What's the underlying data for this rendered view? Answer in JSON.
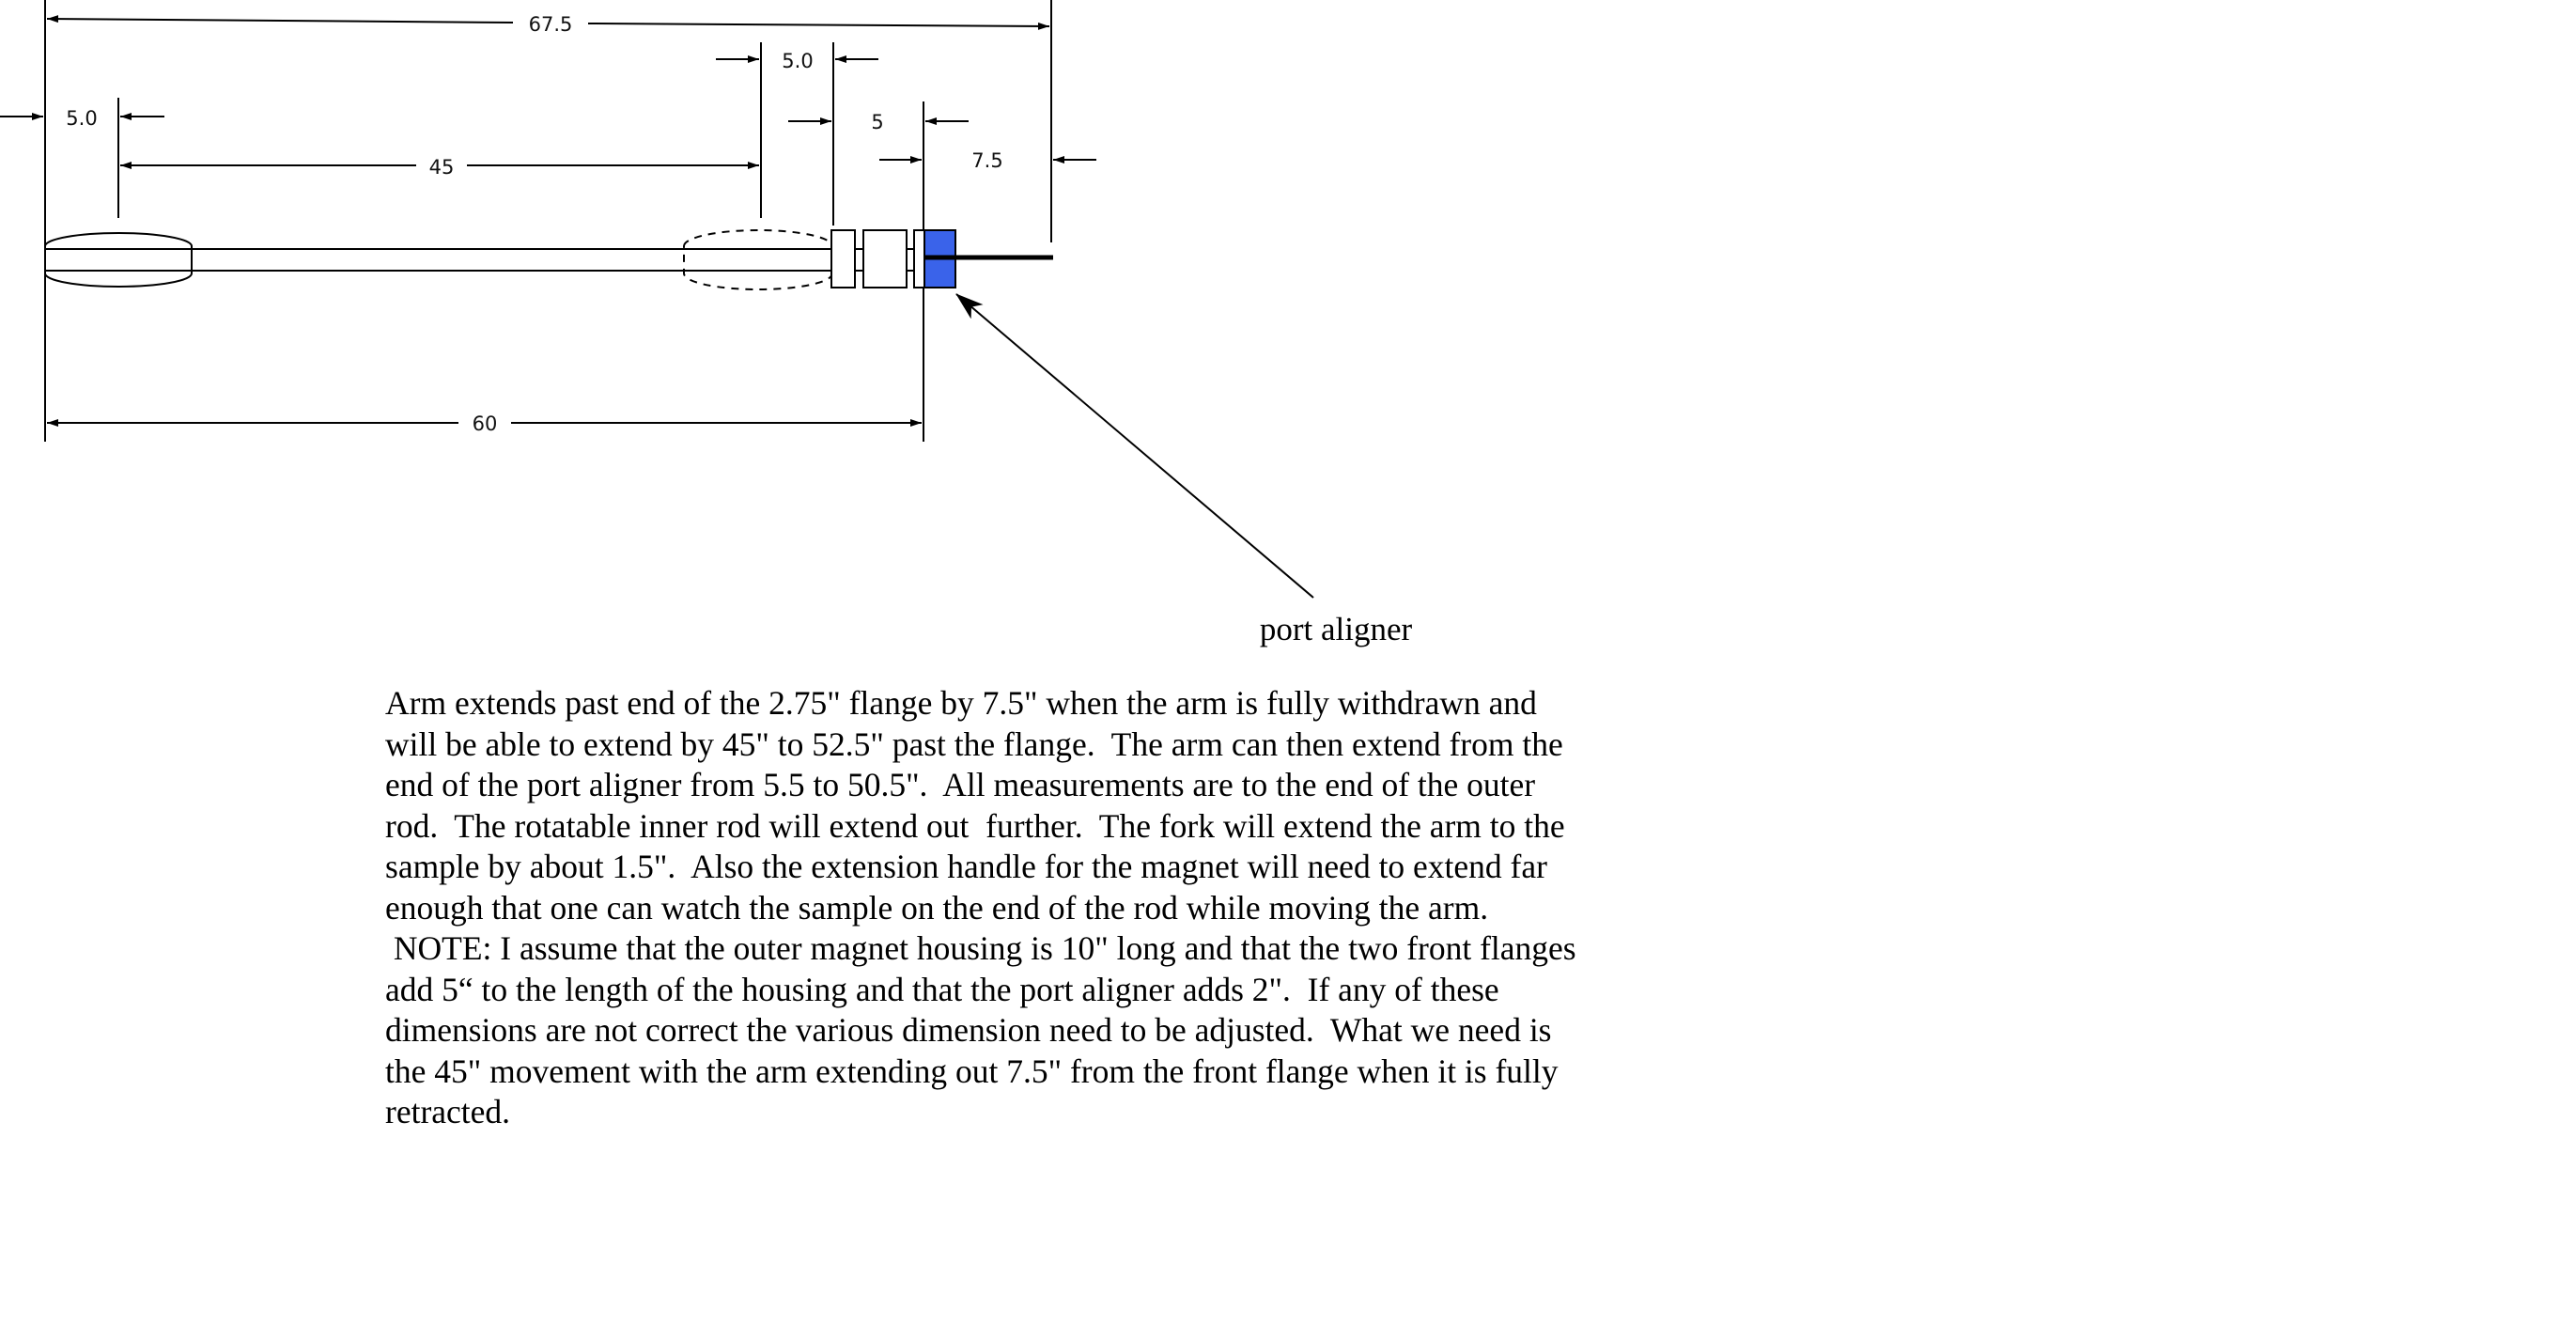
{
  "diagram": {
    "dimensions": {
      "overall": "67.5",
      "handle_flange": "5.0",
      "travel": "45",
      "front_flanges": "5.0",
      "flange_gap": "5",
      "extension": "7.5",
      "to_port_aligner": "60"
    },
    "callout": {
      "label": "port aligner"
    },
    "colors": {
      "line": "#000000",
      "port_aligner_fill": "#3a63ea"
    }
  },
  "notes": {
    "lines": [
      "Arm extends past end of the 2.75\" flange by 7.5\" when the arm is fully withdrawn and",
      "will be able to extend by 45\" to 52.5\" past the flange.  The arm can then extend from the",
      "end of the port aligner from 5.5 to 50.5\".  All measurements are to the end of the outer",
      "rod.  The rotatable inner rod will extend out  further.  The fork will extend the arm to the",
      "sample by about 1.5\".  Also the extension handle for the magnet will need to extend far",
      "enough that one can watch the sample on the end of the rod while moving the arm.",
      " NOTE: I assume that the outer magnet housing is 10\" long and that the two front flanges",
      "add 5“ to the length of the housing and that the port aligner adds 2\".  If any of these",
      "dimensions are not correct the various dimension need to be adjusted.  What we need is",
      "the 45\" movement with the arm extending out 7.5\" from the front flange when it is fully",
      "retracted."
    ]
  }
}
